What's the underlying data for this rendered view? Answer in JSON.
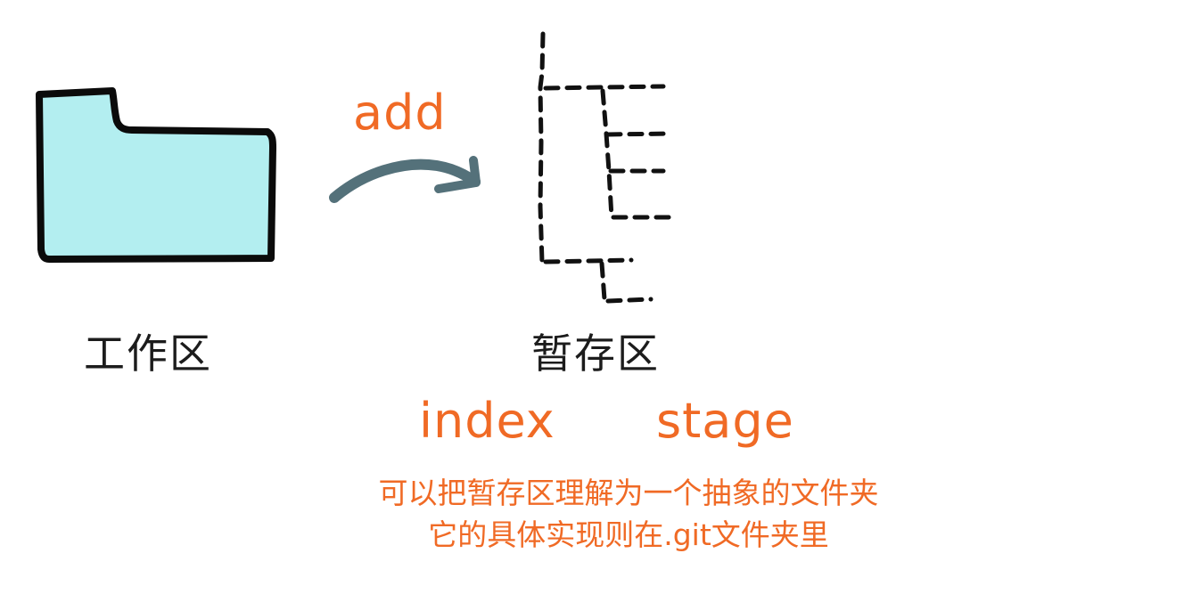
{
  "diagram": {
    "workspace_label": "工作区",
    "staging_label": "暂存区",
    "arrow_label": "add",
    "staging_aliases": [
      "index",
      "stage"
    ]
  },
  "caption": {
    "line1": "可以把暂存区理解为一个抽象的文件夹",
    "line2": "它的具体实现则在.git文件夹里"
  },
  "colors": {
    "folder_fill": "#b3eef0",
    "folder_stroke": "#0b0b0b",
    "arrow": "#54717a",
    "accent_text": "#f06a25",
    "label_text": "#1c1c1c"
  },
  "icons": {
    "workspace": "folder-icon",
    "arrow": "curved-arrow-icon",
    "staging": "tree-icon"
  }
}
